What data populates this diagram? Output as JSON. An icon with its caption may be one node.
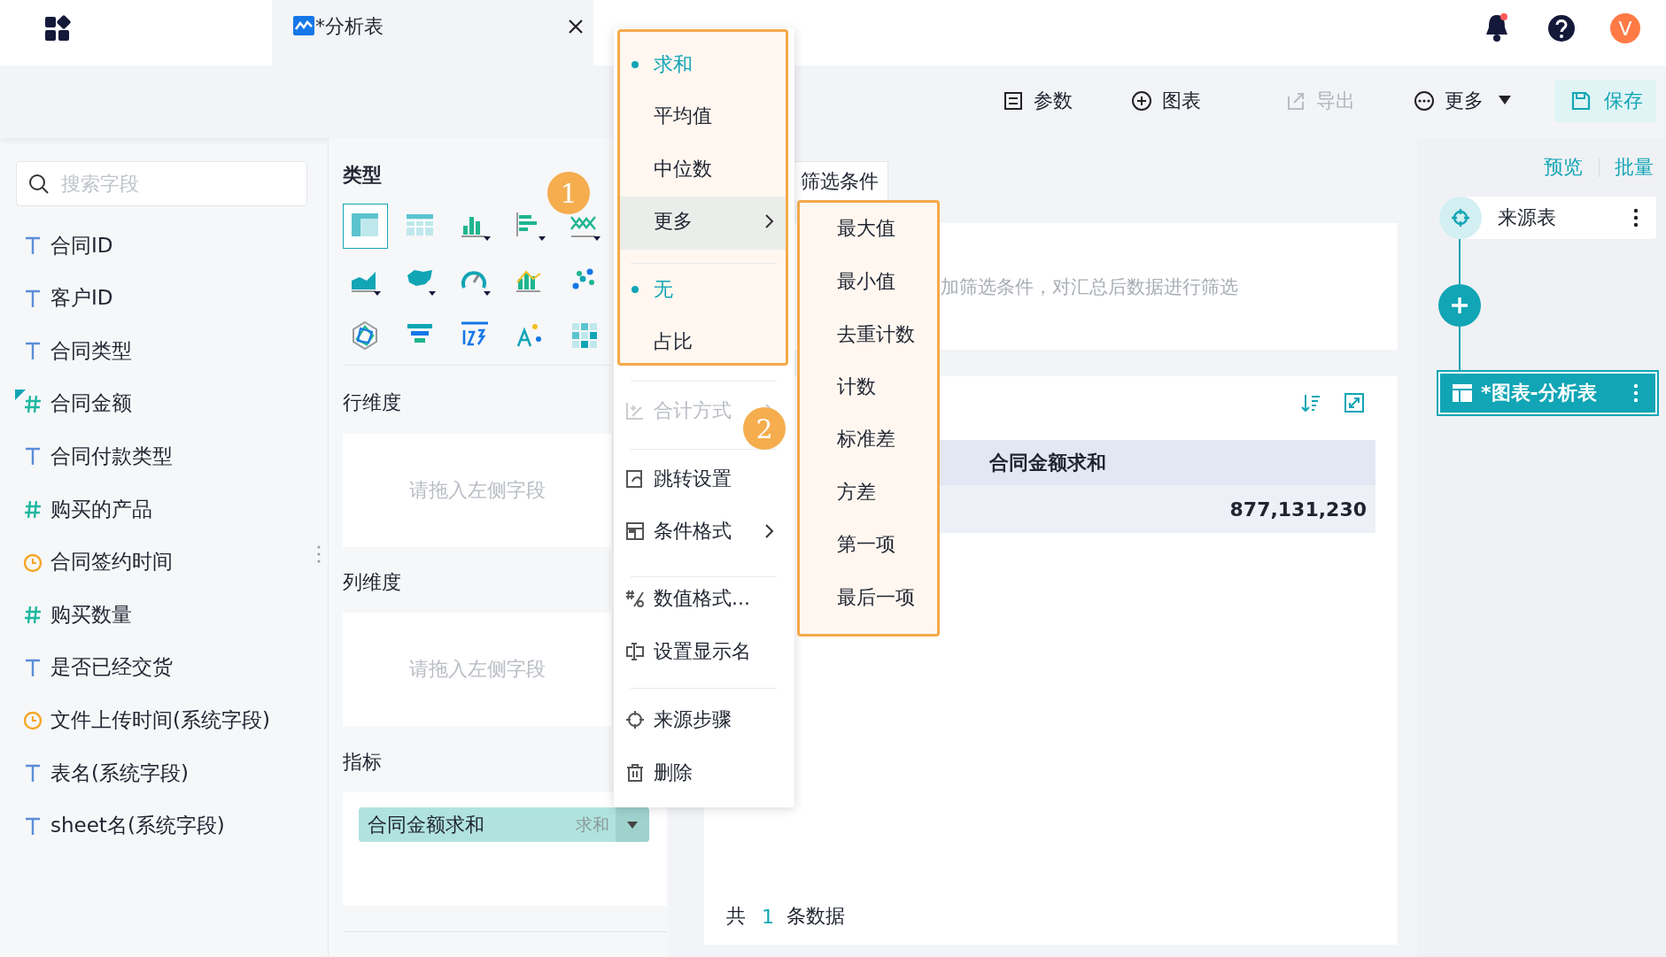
{
  "diagram": {
    "nodes": [
      {
        "text": [
          "来源表"
        ]
      },
      {
        "text": [],
        "shape": "circle"
      },
      {
        "text": [
          "*图表-分析表"
        ]
      }
    ],
    "edges": [
      {
        "from": 0,
        "to": 1,
        "arrow": "none"
      },
      {
        "from": 1,
        "to": 2,
        "arrow": "none"
      }
    ],
    "labels": [
      "*分析表",
      "V",
      "参数",
      "图表",
      "导出",
      "更多",
      "保存",
      "搜索字段",
      "合同ID",
      "客户ID",
      "合同类型",
      "合同金额",
      "合同付款类型",
      "购买的产品",
      "合同签约时间",
      "购买数量",
      "是否已经交货",
      "文件上传时间(系统字段)",
      "表名(系统字段)",
      "sheet名(系统字段)",
      "类型",
      "行维度",
      "请拖入左侧字段",
      "列维度",
      "请拖入左侧字段",
      "指标",
      "合同金额求和",
      "求和",
      "求和",
      "平均值",
      "中位数",
      "更多",
      "无",
      "占比",
      "合计方式",
      "跳转设置",
      "条件格式",
      "数值格式...",
      "设置显示名",
      "来源步骤",
      "删除",
      "最大值",
      "最小值",
      "去重计数",
      "计数",
      "标准差",
      "方差",
      "第一项",
      "最后一项",
      "1",
      "2",
      "筛选条件",
      "加筛选条件，对汇总后数据进行筛选",
      "合同金额求和",
      "877,131,230",
      "共",
      "1",
      "条数据",
      "预览",
      "批量"
    ]
  }
}
